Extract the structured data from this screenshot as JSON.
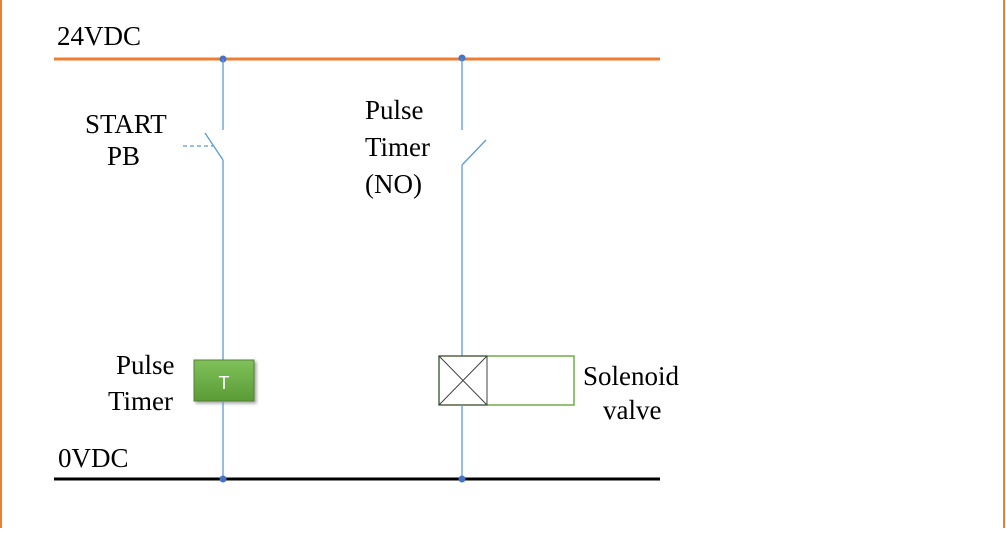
{
  "rails": {
    "top_label": "24VDC",
    "bottom_label": "0VDC"
  },
  "components": {
    "start_pb": {
      "line1": "START",
      "line2": "PB"
    },
    "pulse_timer_contact": {
      "line1": "Pulse",
      "line2": "Timer",
      "line3": "(NO)"
    },
    "pulse_timer_coil": {
      "line1": "Pulse",
      "line2": "Timer",
      "symbol": "T"
    },
    "solenoid_valve": {
      "line1": "Solenoid",
      "line2": "valve"
    }
  },
  "colors": {
    "frame": "#ed7d31",
    "top_rail": "#ed7d31",
    "bottom_rail": "#000000",
    "wire": "#5b9bd5",
    "timer_fill": "#70ad47",
    "solenoid_outline": "#70ad47"
  }
}
